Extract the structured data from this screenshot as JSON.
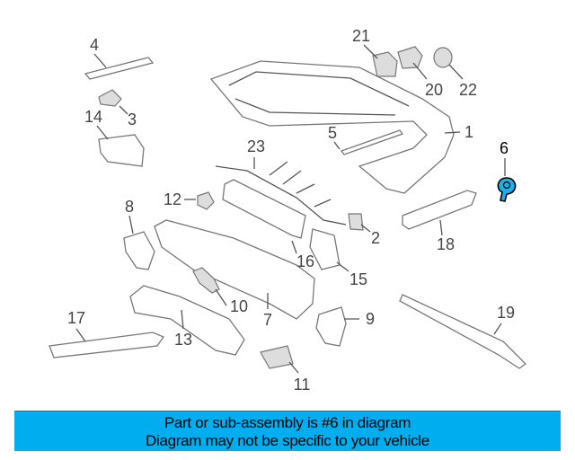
{
  "diagram": {
    "highlighted_part": "6",
    "highlight_color": "#1eaee8",
    "callouts": [
      "1",
      "2",
      "3",
      "4",
      "5",
      "6",
      "7",
      "8",
      "9",
      "10",
      "11",
      "12",
      "13",
      "14",
      "15",
      "16",
      "17",
      "18",
      "19",
      "20",
      "21",
      "22",
      "23"
    ]
  },
  "banner": {
    "line1": "Part or sub-assembly is #6 in diagram",
    "line2": "Diagram may not be specific to your vehicle",
    "color": "#00aeef"
  }
}
